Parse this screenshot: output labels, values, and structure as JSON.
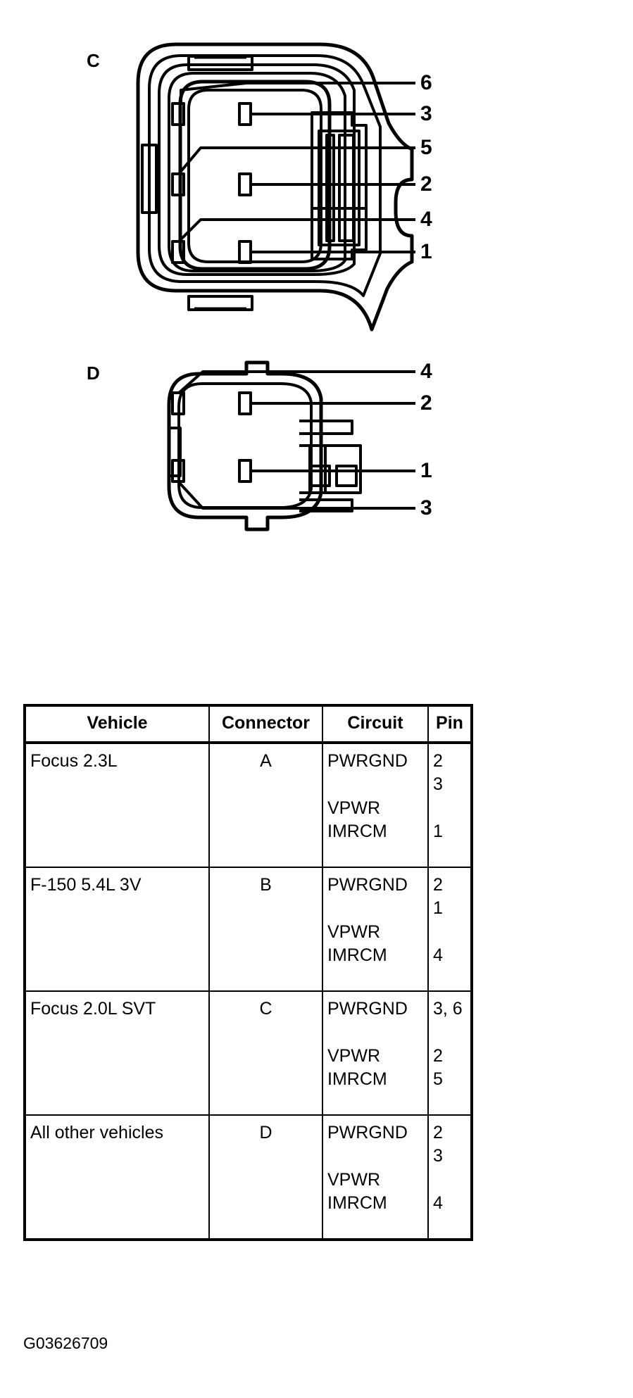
{
  "diagram": {
    "connectors": [
      {
        "letter": "C",
        "name": "connector-c",
        "description": "6-cavity rectangular connector face view",
        "pin_labels": [
          "6",
          "3",
          "5",
          "2",
          "4",
          "1"
        ]
      },
      {
        "letter": "D",
        "name": "connector-d",
        "description": "4-cavity rounded connector face view",
        "pin_labels": [
          "4",
          "2",
          "1",
          "3"
        ]
      }
    ],
    "connector_c_label_6": "6",
    "connector_c_label_3": "3",
    "connector_c_label_5": "5",
    "connector_c_label_2": "2",
    "connector_c_label_4": "4",
    "connector_c_label_1": "1",
    "connector_d_label_4": "4",
    "connector_d_label_2": "2",
    "connector_d_label_1": "1",
    "connector_d_label_3": "3"
  },
  "table": {
    "headers": [
      "Vehicle",
      "Connector",
      "Circuit",
      "Pin"
    ],
    "rows": [
      {
        "vehicle": "Focus 2.3L",
        "connector": "A",
        "circuit": "PWRGND\n\nVPWR\nIMRCM",
        "pin": "2\n3\n\n1"
      },
      {
        "vehicle": "F-150 5.4L 3V",
        "connector": "B",
        "circuit": "PWRGND\n\nVPWR\nIMRCM",
        "pin": "2\n1\n\n4"
      },
      {
        "vehicle": "Focus 2.0L SVT",
        "connector": "C",
        "circuit": "PWRGND\n\nVPWR\nIMRCM",
        "pin": "3, 6\n\n2\n5"
      },
      {
        "vehicle": "All other vehicles",
        "connector": "D",
        "circuit": "PWRGND\n\nVPWR\nIMRCM",
        "pin": "2\n3\n\n4"
      }
    ]
  },
  "caption": {
    "figure_id": "G03626709"
  },
  "colors": {
    "ink": "#000000",
    "paper": "#ffffff"
  }
}
